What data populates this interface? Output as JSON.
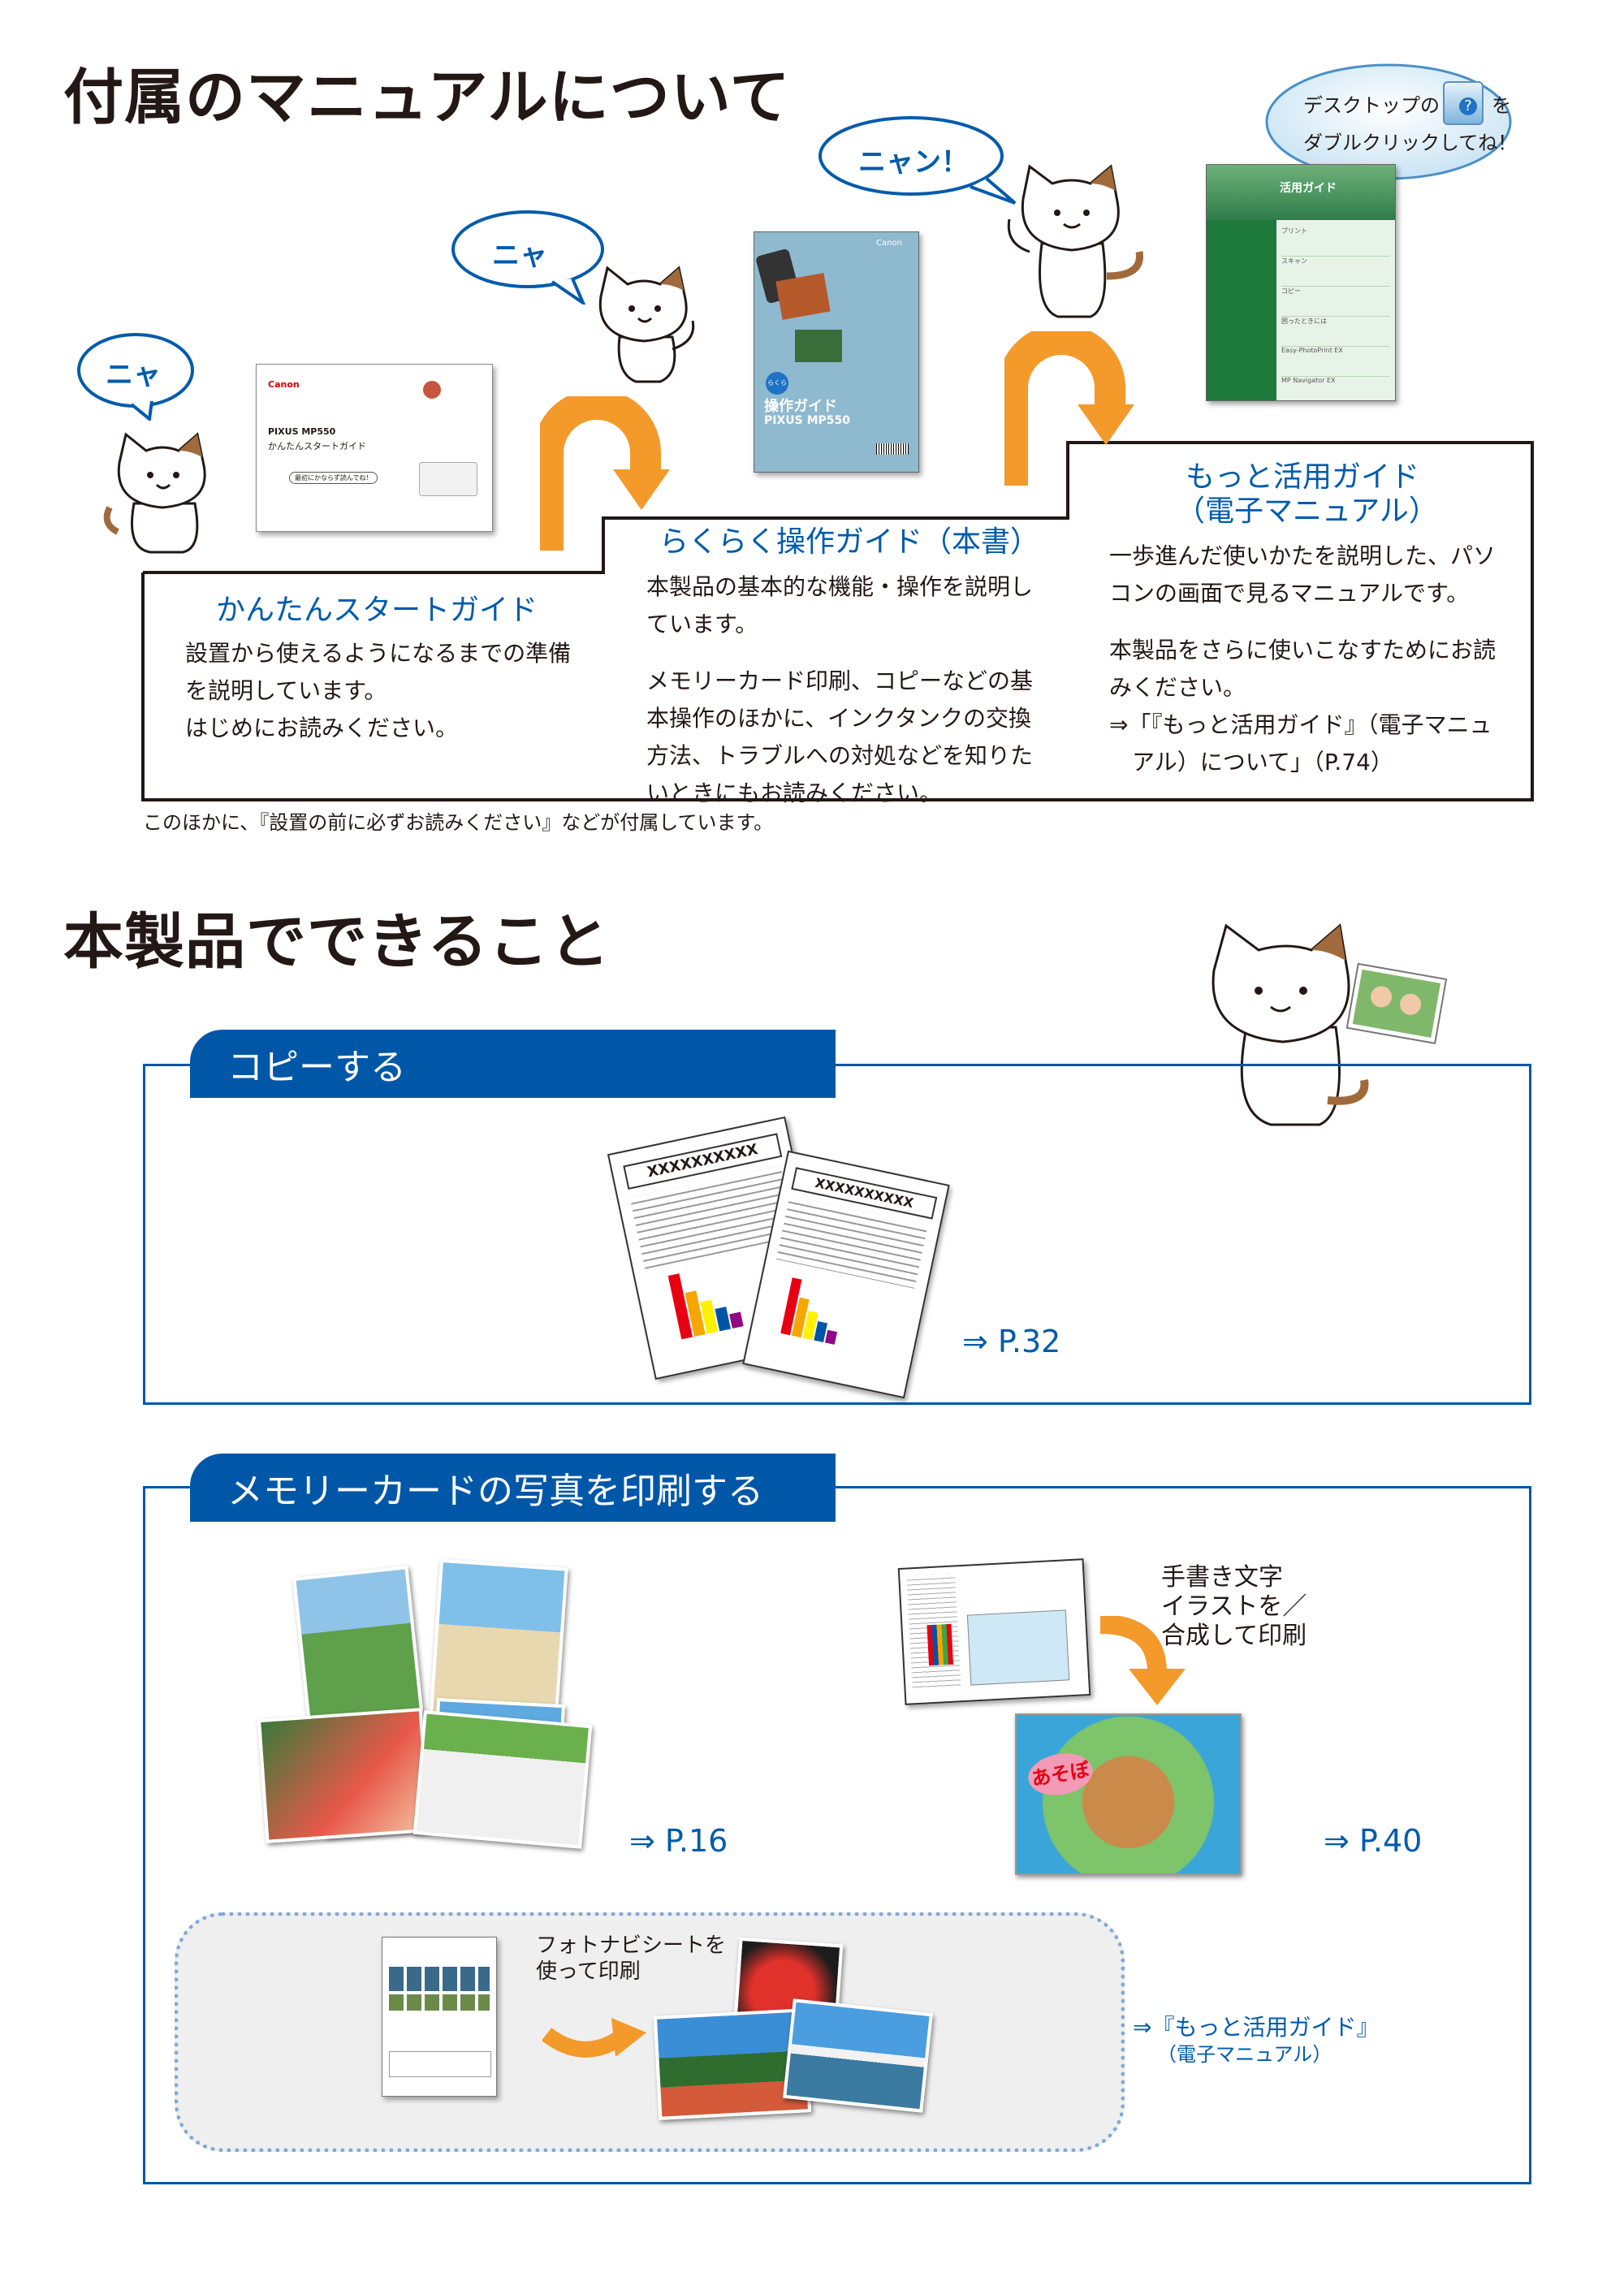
{
  "section1": {
    "title": "付属のマニュアルについて",
    "bubbles": [
      "ニャ",
      "ニャ",
      "ニャン！"
    ],
    "desktop_bubble": {
      "line1": "デスクトップの",
      "line1_suffix": "を",
      "line2": "ダブルクリックしてね！"
    },
    "guides": [
      {
        "title": "かんたんスタートガイド",
        "lines": [
          "設置から使えるようになるまでの準備",
          "を説明しています。",
          "はじめにお読みください。"
        ]
      },
      {
        "title": "らくらく操作ガイド（本書）",
        "lines": [
          "本製品の基本的な機能・操作を説明し",
          "ています。",
          "",
          "メモリーカード印刷、コピーなどの基",
          "本操作のほかに、インクタンクの交換",
          "方法、トラブルへの対処などを知りた",
          "いときにもお読みください。"
        ]
      },
      {
        "title_line1": "もっと活用ガイド",
        "title_line2": "（電子マニュアル）",
        "lines": [
          "一歩進んだ使いかたを説明した、パソ",
          "コンの画面で見るマニュアルです。",
          "",
          "本製品をさらに使いこなすためにお読",
          "みください。",
          "⇒「『もっと活用ガイド』（電子マニュ",
          "　アル）について」（P.74）"
        ]
      }
    ],
    "note": "このほかに、『設置の前に必ずお読みください』などが付属しています。",
    "booklet1": {
      "brand": "Canon",
      "model": "PIXUS MP550",
      "name": "かんたんスタートガイド",
      "tag": "最初にかならず読んでね！"
    },
    "booklet2": {
      "brand": "Canon",
      "series": "らくらく",
      "name": "操作ガイド",
      "model": "PIXUS MP550"
    },
    "booklet3": {
      "name": "活用ガイド",
      "menu": [
        "プリント",
        "スキャン",
        "コピー",
        "困ったときには",
        "Easy-PhotoPrint EX",
        "MP Navigator EX"
      ]
    }
  },
  "section2": {
    "title": "本製品でできること",
    "copy": {
      "tab": "コピーする",
      "ref": "⇒ P.32",
      "doc_title": "XXXXXXXXXX"
    },
    "memory": {
      "tab": "メモリーカードの写真を印刷する",
      "ref1": "⇒ P.16",
      "ref2": "⇒ P.40",
      "handwrite": [
        "手書き文字",
        "イラストを／",
        "合成して印刷"
      ],
      "asobo": "あそぼ",
      "photonavi": [
        "フォトナビシートを",
        "使って印刷"
      ],
      "ref3_line1": "⇒『もっと活用ガイド』",
      "ref3_line2": "（電子マニュアル）"
    }
  },
  "colors": {
    "brand_blue": "#005bac",
    "tab_blue": "#0057a8",
    "arrow_orange": "#f39a2b",
    "text": "#231815"
  }
}
